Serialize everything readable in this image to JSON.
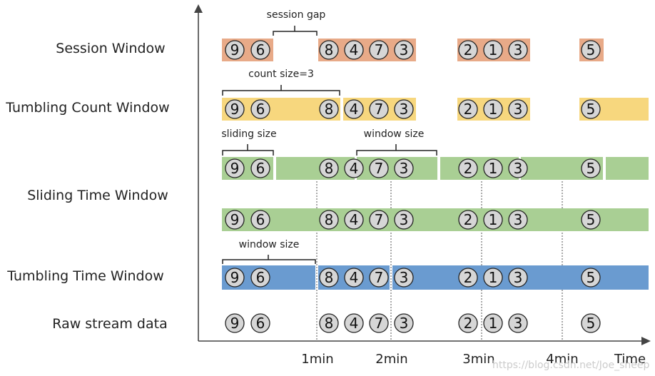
{
  "rows": [
    {
      "id": "session",
      "label": "Session Window"
    },
    {
      "id": "tumbling-count",
      "label": "Tumbling Count Window"
    },
    {
      "id": "sliding-time",
      "label": "Sliding Time Window"
    },
    {
      "id": "tumbling-time",
      "label": "Tumbling Time Window"
    },
    {
      "id": "raw",
      "label": "Raw stream data"
    }
  ],
  "annotations": {
    "session_gap": "session gap",
    "count_size": "count size=3",
    "sliding_size": "sliding size",
    "window_size_sliding": "window size",
    "window_size_tumbling": "window size"
  },
  "time_axis": {
    "ticks": [
      "1min",
      "2min",
      "3min",
      "4min"
    ],
    "label": "Time"
  },
  "events": [
    "9",
    "6",
    "8",
    "4",
    "7",
    "3",
    "2",
    "1",
    "3",
    "5"
  ],
  "colors": {
    "session": "#e8aa88",
    "count": "#f7d77e",
    "sliding": "#a9cf94",
    "tumbling_time": "#6a9bd0",
    "circle_fill": "#d6d6d6"
  },
  "watermark": "https://blog.csdn.net/Joe_sheep"
}
